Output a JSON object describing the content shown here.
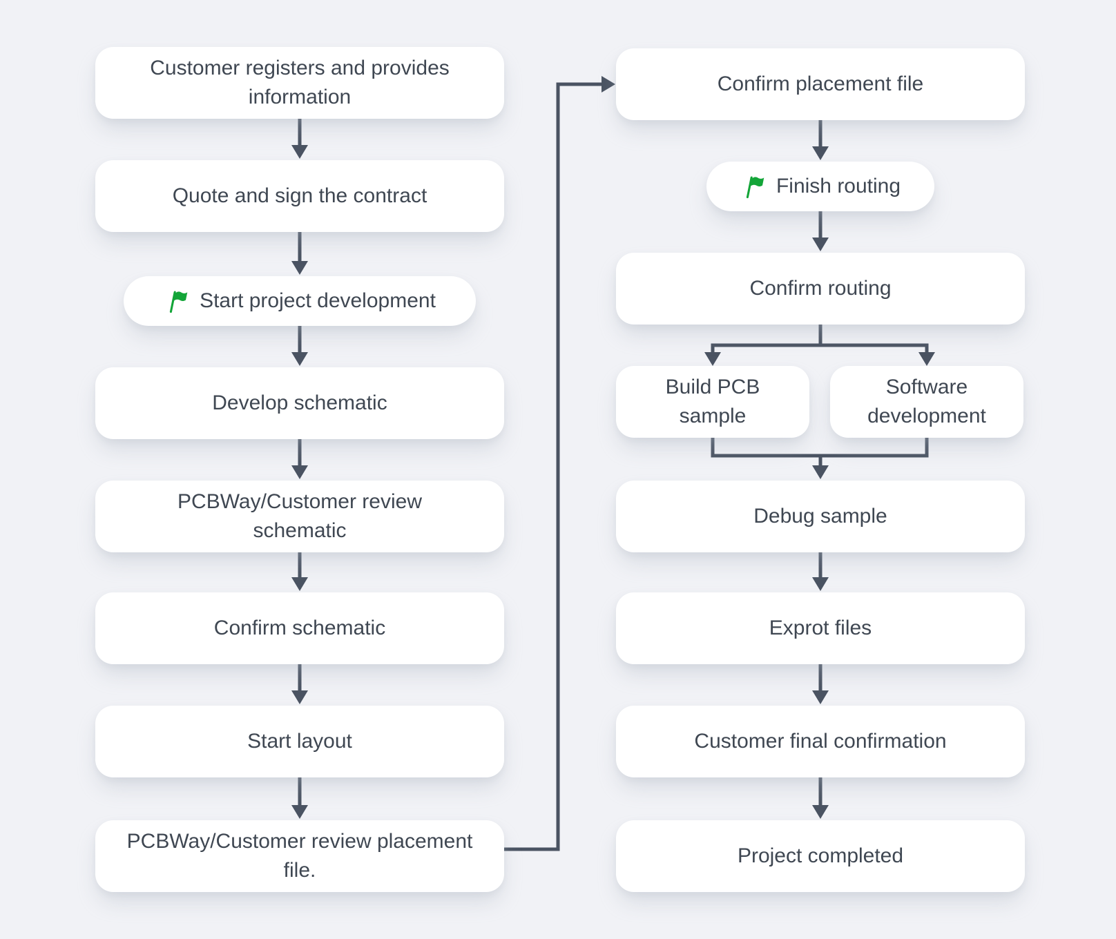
{
  "diagram": {
    "type": "flowchart",
    "colors": {
      "background": "#f1f2f6",
      "node_bg": "#ffffff",
      "node_text": "#3f4752",
      "connector": "#4a5362",
      "flag_green": "#13a538"
    },
    "icons": {
      "milestone": "green-flag-icon"
    },
    "left_column": {
      "nodes": [
        {
          "id": "register",
          "type": "process",
          "label": "Customer registers and provides information"
        },
        {
          "id": "quote",
          "type": "process",
          "label": "Quote and sign the contract"
        },
        {
          "id": "start_dev",
          "type": "milestone",
          "label": "Start project development"
        },
        {
          "id": "develop_schematic",
          "type": "process",
          "label": "Develop schematic"
        },
        {
          "id": "review_schematic",
          "type": "process",
          "label": "PCBWay/Customer review schematic"
        },
        {
          "id": "confirm_schematic",
          "type": "process",
          "label": "Confirm schematic"
        },
        {
          "id": "start_layout",
          "type": "process",
          "label": "Start layout"
        },
        {
          "id": "review_placement",
          "type": "process",
          "label": "PCBWay/Customer review placement file."
        }
      ]
    },
    "right_column": {
      "nodes": [
        {
          "id": "confirm_placement",
          "type": "process",
          "label": "Confirm placement file"
        },
        {
          "id": "finish_routing",
          "type": "milestone",
          "label": "Finish routing"
        },
        {
          "id": "confirm_routing",
          "type": "process",
          "label": "Confirm routing"
        },
        {
          "id": "build_pcb",
          "type": "process",
          "label": "Build PCB sample"
        },
        {
          "id": "software_dev",
          "type": "process",
          "label": "Software development"
        },
        {
          "id": "debug_sample",
          "type": "process",
          "label": "Debug sample"
        },
        {
          "id": "export_files",
          "type": "process",
          "label": "Exprot files"
        },
        {
          "id": "final_confirmation",
          "type": "process",
          "label": "Customer final confirmation"
        },
        {
          "id": "completed",
          "type": "process",
          "label": "Project completed"
        }
      ]
    },
    "edges": [
      [
        "register",
        "quote"
      ],
      [
        "quote",
        "start_dev"
      ],
      [
        "start_dev",
        "develop_schematic"
      ],
      [
        "develop_schematic",
        "review_schematic"
      ],
      [
        "review_schematic",
        "confirm_schematic"
      ],
      [
        "confirm_schematic",
        "start_layout"
      ],
      [
        "start_layout",
        "review_placement"
      ],
      [
        "review_placement",
        "confirm_placement"
      ],
      [
        "confirm_placement",
        "finish_routing"
      ],
      [
        "finish_routing",
        "confirm_routing"
      ],
      [
        "confirm_routing",
        "build_pcb"
      ],
      [
        "confirm_routing",
        "software_dev"
      ],
      [
        "build_pcb",
        "debug_sample"
      ],
      [
        "software_dev",
        "debug_sample"
      ],
      [
        "debug_sample",
        "export_files"
      ],
      [
        "export_files",
        "final_confirmation"
      ],
      [
        "final_confirmation",
        "completed"
      ]
    ]
  }
}
